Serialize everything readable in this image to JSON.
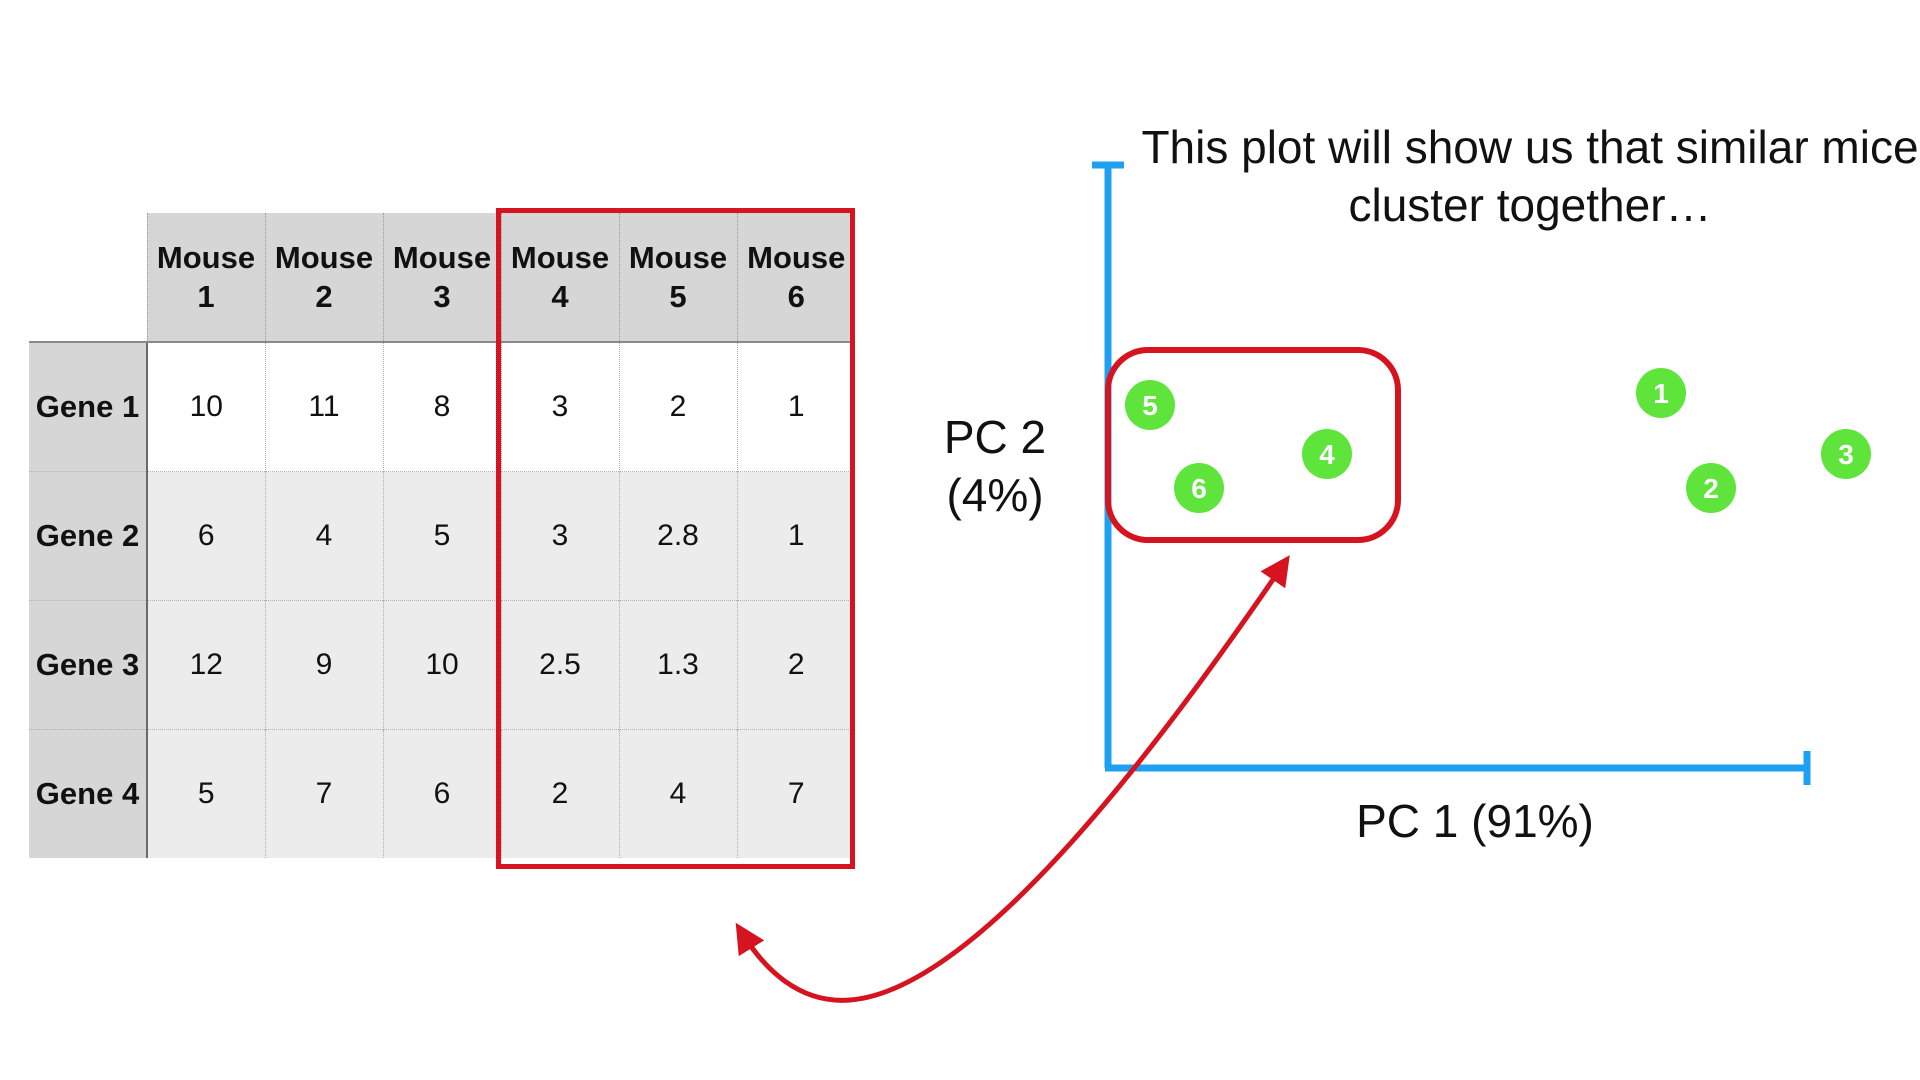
{
  "table": {
    "column_headers": [
      [
        "Mouse",
        "1"
      ],
      [
        "Mouse",
        "2"
      ],
      [
        "Mouse",
        "3"
      ],
      [
        "Mouse",
        "4"
      ],
      [
        "Mouse",
        "5"
      ],
      [
        "Mouse",
        "6"
      ]
    ],
    "rows": [
      {
        "label": "Gene 1",
        "values": [
          "10",
          "11",
          "8",
          "3",
          "2",
          "1"
        ]
      },
      {
        "label": "Gene 2",
        "values": [
          "6",
          "4",
          "5",
          "3",
          "2.8",
          "1"
        ]
      },
      {
        "label": "Gene 3",
        "values": [
          "12",
          "9",
          "10",
          "2.5",
          "1.3",
          "2"
        ]
      },
      {
        "label": "Gene 4",
        "values": [
          "5",
          "7",
          "6",
          "2",
          "4",
          "7"
        ]
      }
    ],
    "highlighted_columns": [
      "Mouse 4",
      "Mouse 5",
      "Mouse 6"
    ]
  },
  "plot": {
    "caption_lines": [
      "This plot will show us that similar",
      "mice cluster together…"
    ],
    "y_axis_label_lines": [
      "PC 2",
      "(4%)"
    ],
    "x_axis_label": "PC 1 (91%)",
    "points": [
      {
        "label": "5"
      },
      {
        "label": "6"
      },
      {
        "label": "4"
      },
      {
        "label": "1"
      },
      {
        "label": "2"
      },
      {
        "label": "3"
      }
    ],
    "highlighted_points": [
      "5",
      "6",
      "4"
    ]
  },
  "colors": {
    "axis": "#1ea0f0",
    "point": "#5ee43a",
    "highlight": "#d6141f",
    "header_fill": "#d6d6d6",
    "cell_fill": "#ececec"
  }
}
